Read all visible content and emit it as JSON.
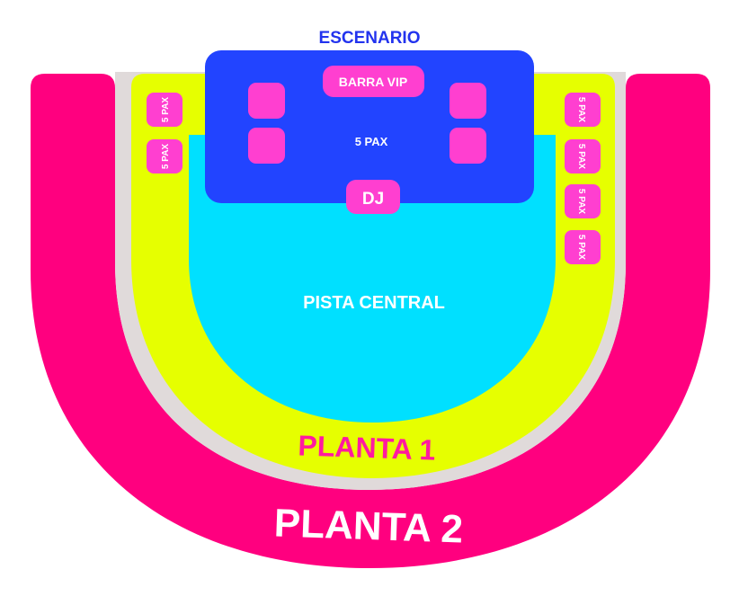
{
  "stage": {
    "label": "ESCENARIO"
  },
  "barra_vip": {
    "label": "BARRA VIP"
  },
  "vip_area": {
    "label": "5 PAX"
  },
  "dj": {
    "label": "DJ"
  },
  "pista": {
    "label": "PISTA CENTRAL"
  },
  "planta1": {
    "label": "PLANTA 1"
  },
  "planta2": {
    "label": "PLANTA 2"
  },
  "side_tables": {
    "left": [
      "5 PAX",
      "5 PAX"
    ],
    "right": [
      "5 PAX",
      "5 PAX",
      "5 PAX",
      "5 PAX"
    ]
  },
  "colors": {
    "planta2": "#ff007f",
    "aisle": "#e0dada",
    "planta1": "#e6ff00",
    "pista": "#00e0ff",
    "stage_area": "#2244ff",
    "table": "#ff3fd0",
    "stage_text": "#2233ee",
    "light_text": "#ffffff"
  }
}
